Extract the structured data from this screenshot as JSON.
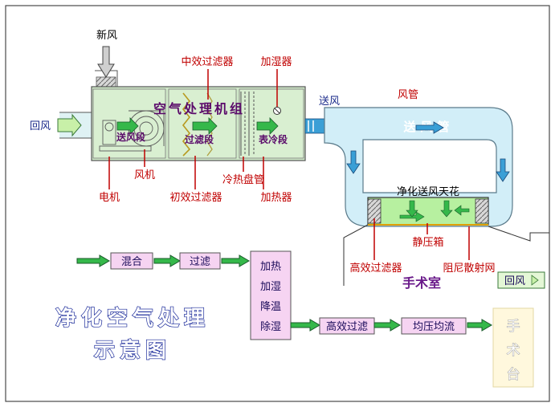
{
  "labels": {
    "fresh_air": "新风",
    "return_air_in": "回风",
    "mid_filter": "中效过滤器",
    "humidifier": "加湿器",
    "supply_air": "送风",
    "duct": "风管",
    "unit_title": "空气处理机组",
    "fan_section": "送风段",
    "filter_section": "过滤段",
    "cooling_section": "表冷段",
    "duct_on_pipe": "送风管",
    "fan": "风机",
    "motor": "电机",
    "primary_filter": "初效过滤器",
    "coil": "冷热盘管",
    "heater": "加热器",
    "ceiling": "净化送风天花",
    "hepa_filter": "高效过滤器",
    "plenum": "静压箱",
    "damper_mesh": "阻尼散射网",
    "operating_room": "手术室",
    "return_air_out": "回风"
  },
  "flow": {
    "mix": "混合",
    "filter": "过滤",
    "process_lines": [
      "加热",
      "加湿",
      "降温",
      "除湿"
    ],
    "hepa": "高效过滤",
    "equalize": "均压均流",
    "table_lines": [
      "手",
      "术",
      "台"
    ]
  },
  "title_lines": [
    "净化空气处理",
    "示意图"
  ],
  "colors": {
    "unit_fill": "#cfe8c8",
    "duct_fill": "#d2eef8",
    "flow_arrow": "#35b84a",
    "blue_arrow": "#3a9fd6",
    "box_pink": "#f6d4f2",
    "table_fill": "#fff8dd",
    "lead_line": "#c00000"
  }
}
